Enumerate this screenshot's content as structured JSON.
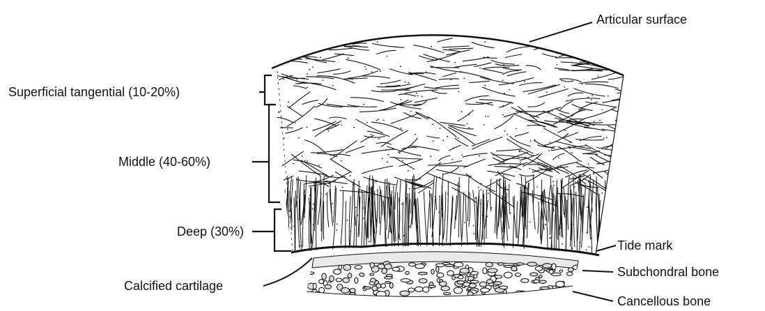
{
  "labels": {
    "articular_surface": "Articular surface",
    "superficial": "Superficial tangential (10-20%)",
    "middle": "Middle (40-60%)",
    "deep": "Deep (30%)",
    "calcified": "Calcified cartilage",
    "tide_mark": "Tide mark",
    "subchondral": "Subchondral bone",
    "cancellous": "Cancellous bone"
  },
  "colors": {
    "ink": "#111111",
    "background": "#ffffff"
  }
}
